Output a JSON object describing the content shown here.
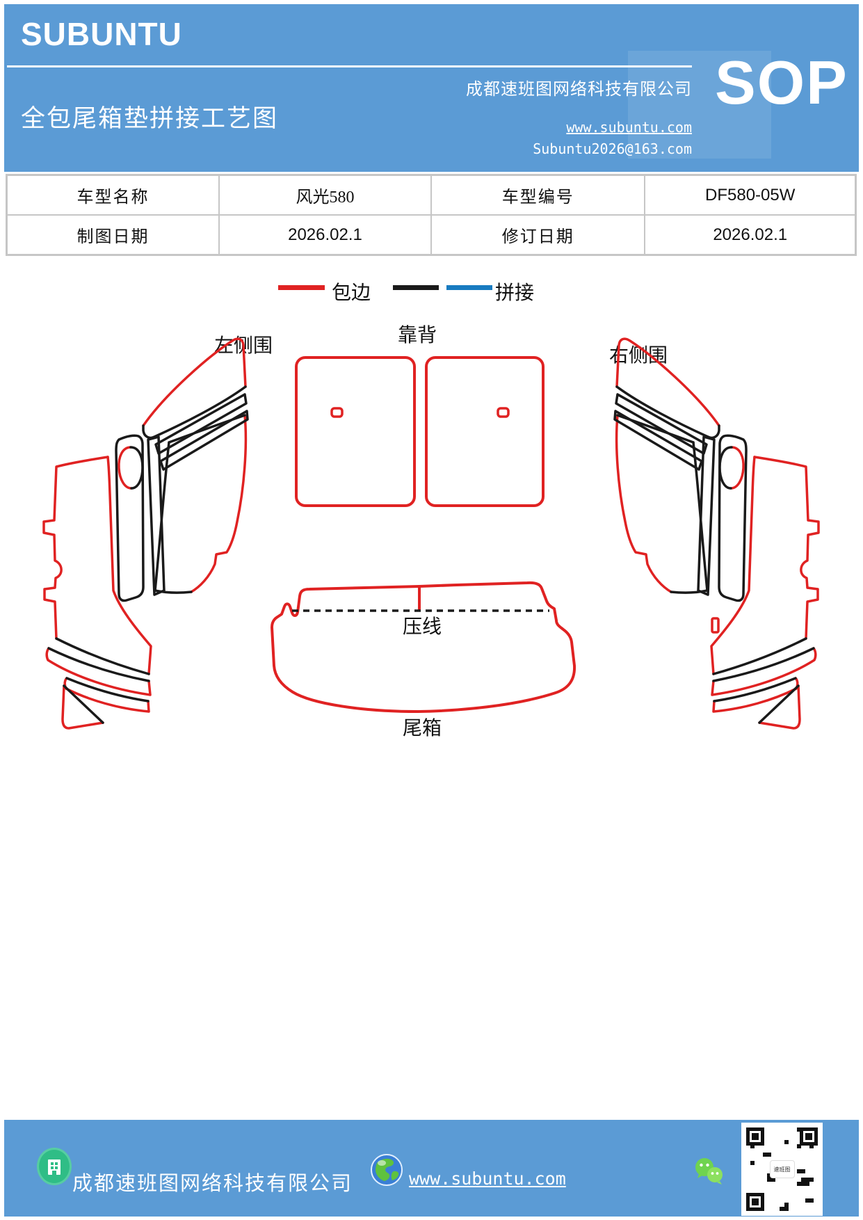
{
  "header": {
    "logo": "SUBUNTU",
    "company": "成都速班图网络科技有限公司",
    "title": "全包尾箱垫拼接工艺图",
    "sop": "SOP",
    "website": "www.subuntu.com",
    "email": "Subuntu2026@163.com",
    "banner_color": "#5b9bd5"
  },
  "info_table": {
    "rows": [
      {
        "label1": "车型名称",
        "value1": "风光580",
        "label2": "车型编号",
        "value2": "DF580-05W"
      },
      {
        "label1": "制图日期",
        "value1": "2026.02.1",
        "label2": "修订日期",
        "value2": "2026.02.1"
      }
    ]
  },
  "legend": {
    "edge_label": "包边",
    "stitch_label": "拼接",
    "edge_color": "#e02222",
    "stitch_black": "#1a1a1a",
    "stitch_blue": "#187bc0"
  },
  "diagram": {
    "labels": {
      "left_side": "左侧围",
      "backrest": "靠背",
      "right_side": "右侧围",
      "crease": "压线",
      "trunk": "尾箱"
    }
  },
  "footer": {
    "company": "成都速班图网络科技有限公司",
    "website": "www.subuntu.com",
    "qr_logo_text": "速班图",
    "icons": [
      "company-building",
      "globe",
      "wechat",
      "qr-code"
    ]
  }
}
